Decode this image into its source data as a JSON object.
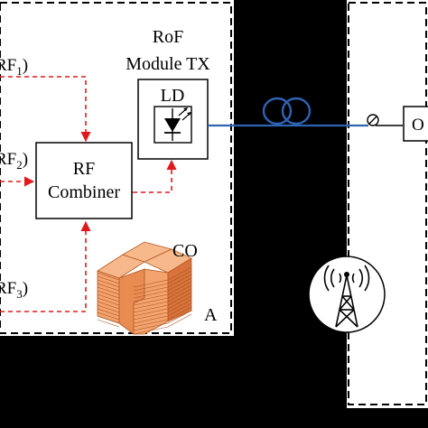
{
  "diagram": {
    "inputs": [
      {
        "prefix": "RF",
        "sub": "1",
        "suffix": ")"
      },
      {
        "prefix": "RF",
        "sub": "2",
        "suffix": ")"
      },
      {
        "prefix": "RF",
        "sub": "3",
        "suffix": ")"
      }
    ],
    "rof_module": {
      "line1": "RoF",
      "line2": "Module TX"
    },
    "ld_label": "LD",
    "combiner": {
      "line1": "RF",
      "line2": "Combiner"
    },
    "co_label": "CO",
    "corner_label": "A",
    "output_label": "O",
    "colors": {
      "background": "#000000",
      "panel": "#ffffff",
      "rf_line": "#e0191d",
      "fiber": "#2f63b4",
      "building": "#f3a36e",
      "building_dark": "#d9733b"
    }
  }
}
